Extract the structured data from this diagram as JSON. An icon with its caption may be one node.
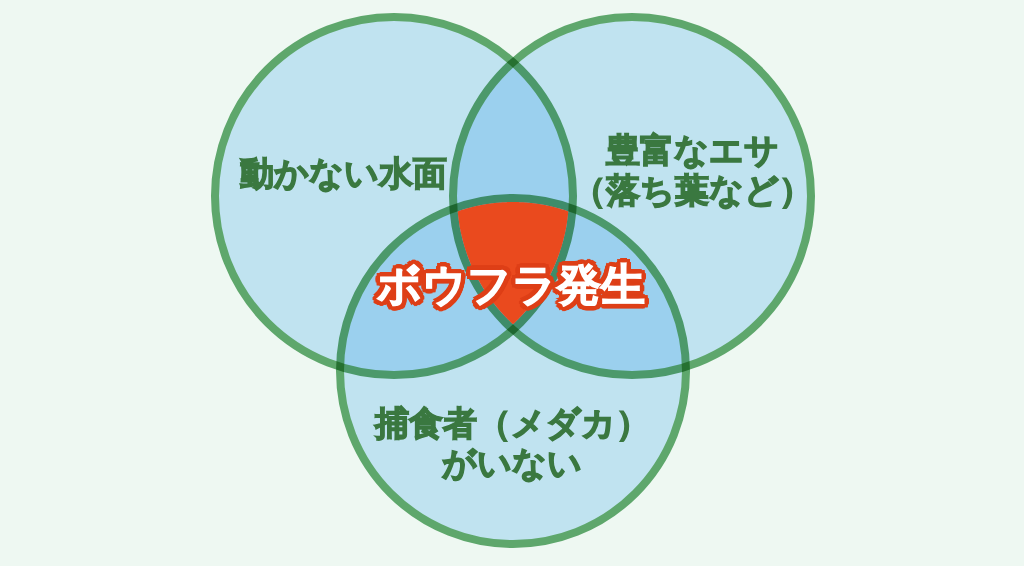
{
  "diagram": {
    "nodes": [
      {
        "text": [
          "動かない水面"
        ]
      },
      {
        "text": [
          "豊富なエサ（落ち葉など）"
        ]
      },
      {
        "text": [
          "ボウフラ発生"
        ]
      },
      {
        "text": [
          "捕食者（メダカ）がいない"
        ]
      }
    ]
  }
}
